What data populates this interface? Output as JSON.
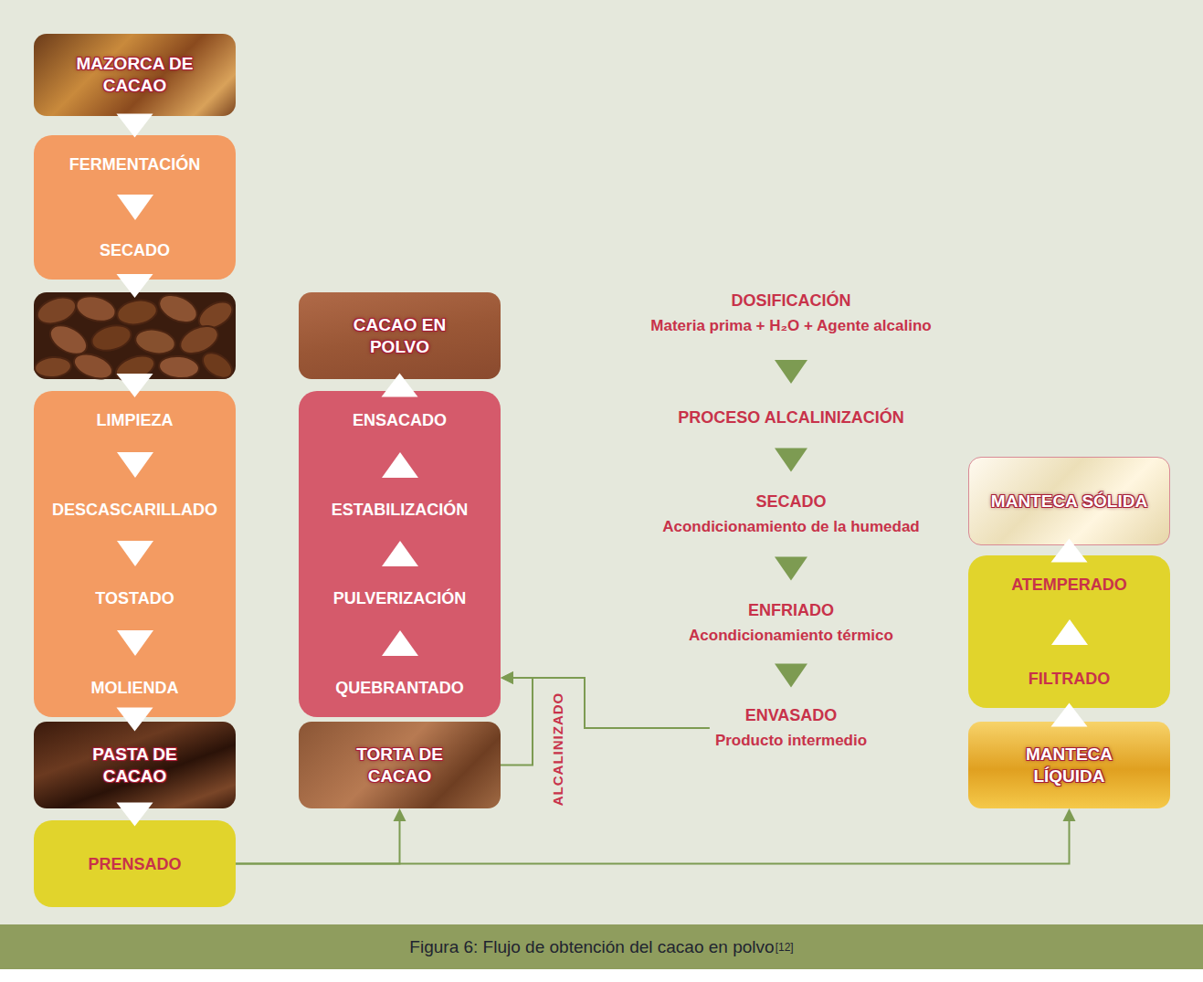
{
  "diagram": {
    "caption": "Figura 6: Flujo de obtención del cacao en polvo",
    "nodes": [
      {
        "text": [
          "MAZORCA DE CACAO"
        ]
      },
      {
        "text": [
          "FERMENTACIÓN",
          "SECADO"
        ]
      },
      {
        "text": [
          "LIMPIEZA",
          "DESCASCARILLADO",
          "TOSTADO",
          "MOLIENDA"
        ]
      },
      {
        "text": [
          "PASTA DE CACAO"
        ]
      },
      {
        "text": [
          "PRENSADO"
        ]
      },
      {
        "text": [
          "CACAO EN POLVO"
        ]
      },
      {
        "text": [
          "ENSACADO",
          "ESTABILIZACIÓN",
          "PULVERIZACIÓN",
          "QUEBRANTADO"
        ]
      },
      {
        "text": [
          "TORTA DE CACAO"
        ]
      },
      {
        "text": [
          "DOSIFICACIÓN",
          "Materia prima + H₂O + Agente alcalino"
        ]
      },
      {
        "text": [
          "PROCESO ALCALINIZACIÓN"
        ]
      },
      {
        "text": [
          "SECADO",
          "Acondicionamiento de la humedad"
        ]
      },
      {
        "text": [
          "ENFRIADO",
          "Acondicionamiento térmico"
        ]
      },
      {
        "text": [
          "ENVASADO",
          "Producto intermedio"
        ]
      },
      {
        "text": [
          "MANTECA SÓLIDA"
        ]
      },
      {
        "text": [
          "ATEMPERADO",
          "FILTRADO"
        ]
      },
      {
        "text": [
          "MANTECA LÍQUIDA"
        ]
      }
    ],
    "edges": [
      {
        "from": 0,
        "to": 1,
        "arrow": "to"
      },
      {
        "from": 2,
        "to": 3,
        "arrow": "to"
      },
      {
        "from": 3,
        "to": 4,
        "arrow": "to"
      },
      {
        "from": 4,
        "to": 7,
        "arrow": "to"
      },
      {
        "from": 4,
        "to": 15,
        "arrow": "to"
      },
      {
        "from": 7,
        "to": 6,
        "label": "ALCALINIZADO",
        "arrow": "to"
      },
      {
        "from": 6,
        "to": 5,
        "arrow": "to"
      },
      {
        "from": 15,
        "to": 14,
        "arrow": "to"
      },
      {
        "from": 14,
        "to": 13,
        "arrow": "to"
      },
      {
        "from": 8,
        "to": 9,
        "arrow": "to"
      },
      {
        "from": 9,
        "to": 10,
        "arrow": "to"
      },
      {
        "from": 10,
        "to": 11,
        "arrow": "to"
      },
      {
        "from": 11,
        "to": 12,
        "arrow": "to"
      },
      {
        "from": 12,
        "to": 6,
        "arrow": "to"
      }
    ],
    "labels": [
      "[12]"
    ]
  }
}
